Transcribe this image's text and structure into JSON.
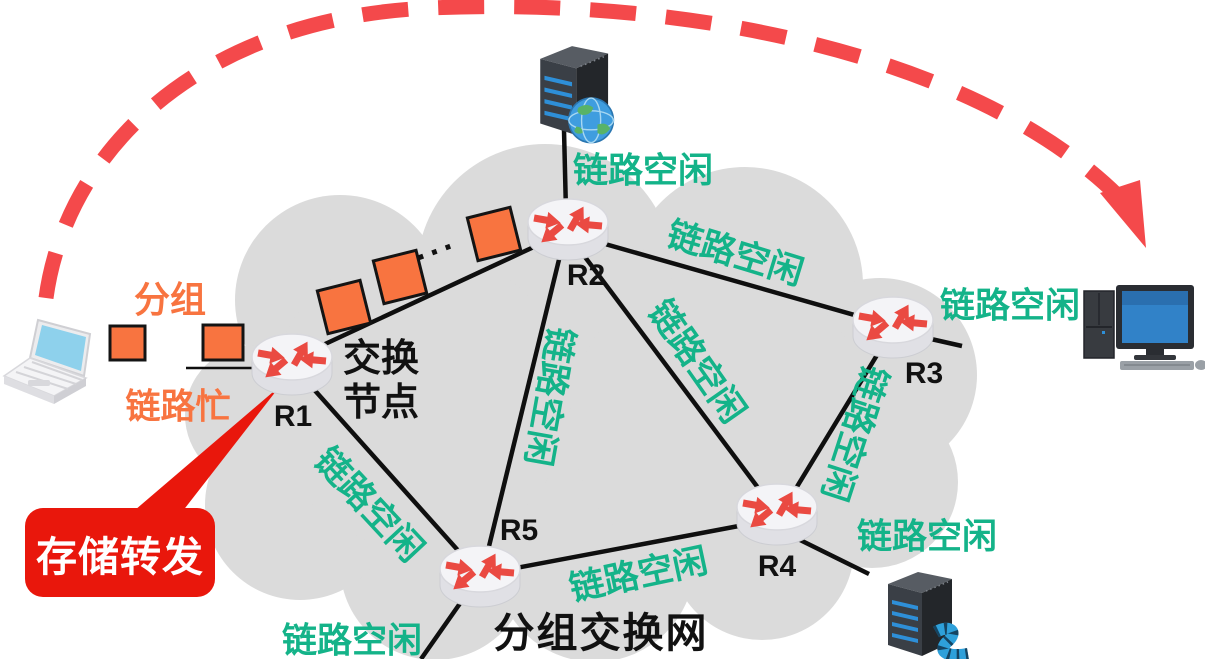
{
  "colors": {
    "cloud": "#dbdbdb",
    "link": "#0f0f0f",
    "idle-green": "#14b389",
    "packet-orange": "#f87440",
    "arc-red": "#f4494b",
    "callout-red": "#e9170c",
    "text-black": "#111111"
  },
  "diagram": {
    "packet_label": "分组",
    "link_busy_label": "链路忙",
    "link_idle_label": "链路空闲",
    "switch_node_line1": "交换",
    "switch_node_line2": "节点",
    "network_label": "分组交换网",
    "callout_label": "存储转发",
    "ellipsis": "···"
  },
  "routers": [
    {
      "name": "R1"
    },
    {
      "name": "R2"
    },
    {
      "name": "R3"
    },
    {
      "name": "R4"
    },
    {
      "name": "R5"
    }
  ]
}
